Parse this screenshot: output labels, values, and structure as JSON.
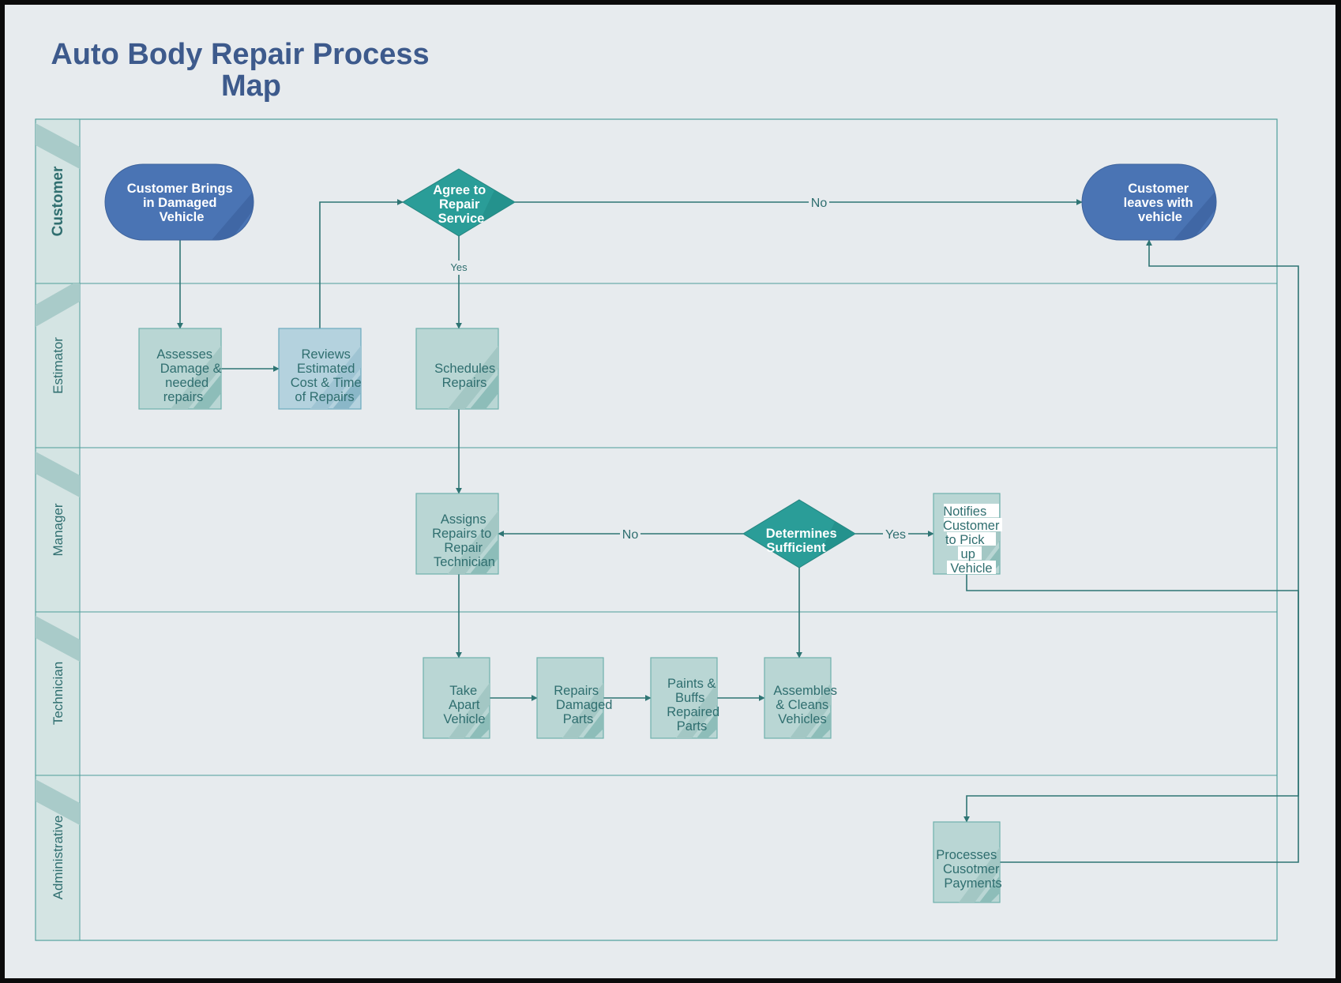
{
  "title": {
    "line1": "Auto Body Repair Process",
    "line2": "Map"
  },
  "lanes": [
    "Customer",
    "Estimator",
    "Manager",
    "Technician",
    "Administrative"
  ],
  "nodes": {
    "customer_brings": [
      "Customer Brings",
      "in Damaged",
      "Vehicle"
    ],
    "agree_repair": [
      "Agree to",
      "Repair",
      "Service"
    ],
    "customer_leaves": [
      "Customer",
      "leaves with",
      "vehicle"
    ],
    "assesses_damage": [
      "Assesses",
      "Damage &",
      "needed",
      "repairs"
    ],
    "reviews_estimate": [
      "Reviews",
      "Estimated",
      "Cost  & Time",
      "of Repairs"
    ],
    "schedules_repairs": [
      "Schedules",
      "Repairs"
    ],
    "assigns_repairs": [
      "Assigns",
      "Repairs to",
      "Repair",
      "Technician"
    ],
    "determines_sufficient": [
      "Determines",
      "Sufficient"
    ],
    "notifies_customer": [
      "Notifies",
      "Customer",
      "to Pick",
      "up",
      "Vehicle"
    ],
    "take_apart": [
      "Take",
      "Apart",
      "Vehicle"
    ],
    "repairs_parts": [
      "Repairs",
      "Damaged",
      "Parts"
    ],
    "paints_buffs": [
      "Paints &",
      "Buffs",
      "Repaired",
      "Parts"
    ],
    "assembles_cleans": [
      "Assembles",
      "& Cleans",
      "Vehicles"
    ],
    "processes_payments": [
      "Processes",
      "Cusotmer",
      "Payments"
    ]
  },
  "edge_labels": {
    "agree_no": "No",
    "agree_yes": "Yes",
    "determines_no": "No",
    "determines_yes": "Yes"
  },
  "colors": {
    "title": "#3d5a8c",
    "terminal": "#4a74b4",
    "decision": "#2a9d98",
    "process_fill": "#b9d6d4",
    "process_blue_fill": "#b4d2de",
    "line": "#2f7574",
    "lane_header": "#d4e4e3"
  }
}
